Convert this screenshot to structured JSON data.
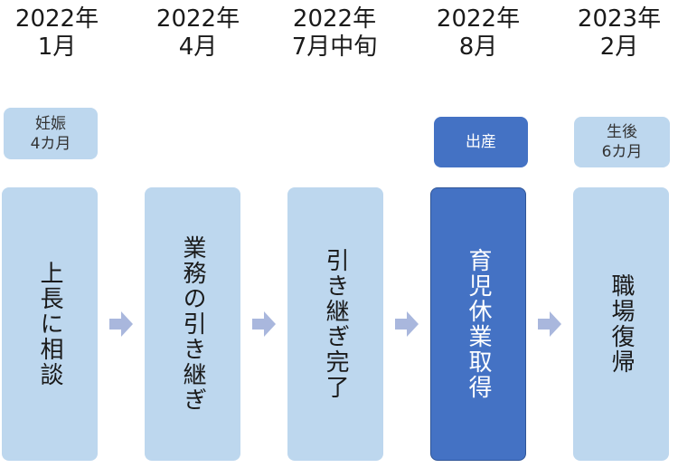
{
  "columns": [
    {
      "year": "2022年",
      "month": "1月",
      "tag": [
        "妊娠",
        "4カ月"
      ],
      "step": "上長に相談"
    },
    {
      "year": "2022年",
      "month": "4月",
      "tag": [],
      "step": "業務の引き継ぎ"
    },
    {
      "year": "2022年",
      "month": "7月中旬",
      "tag": [],
      "step": "引き継ぎ完了"
    },
    {
      "year": "2022年",
      "month": "8月",
      "tag": [
        "出産"
      ],
      "step": "育児休業取得"
    },
    {
      "year": "2023年",
      "month": "2月",
      "tag": [
        "生後",
        "6カ月"
      ],
      "step": "職場復帰"
    }
  ],
  "colors": {
    "light": "#bdd7ee",
    "highlight": "#4472c4",
    "arrow": "#a9b7dd"
  },
  "icons": {
    "arrow": "right-arrow-icon"
  }
}
